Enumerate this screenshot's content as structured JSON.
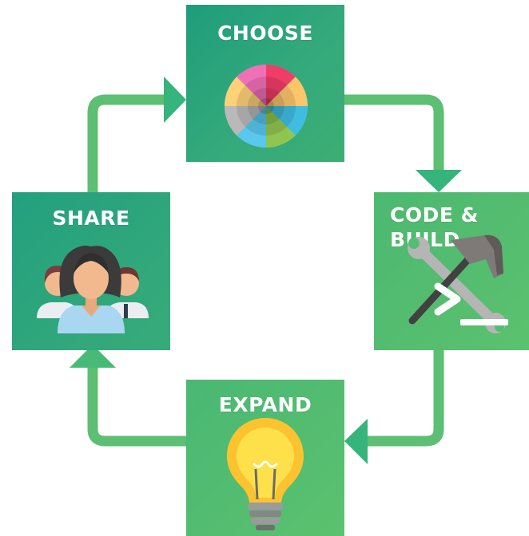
{
  "steps": {
    "choose": {
      "label": "CHOOSE",
      "icon": "color-wheel-icon"
    },
    "code_build": {
      "label_line1": "CODE &",
      "label_line2": "BUILD",
      "icon": "tools-icon"
    },
    "expand": {
      "label": "EXPAND",
      "icon": "lightbulb-icon"
    },
    "share": {
      "label": "SHARE",
      "icon": "people-icon"
    }
  },
  "flow": [
    "CHOOSE",
    "CODE & BUILD",
    "EXPAND",
    "SHARE"
  ],
  "colors": {
    "connector": "#5cbf73",
    "arrow_head": "#35b47b",
    "box_dark": "#26a07c",
    "box_light": "#56be70",
    "label_text": "#ffffff"
  }
}
